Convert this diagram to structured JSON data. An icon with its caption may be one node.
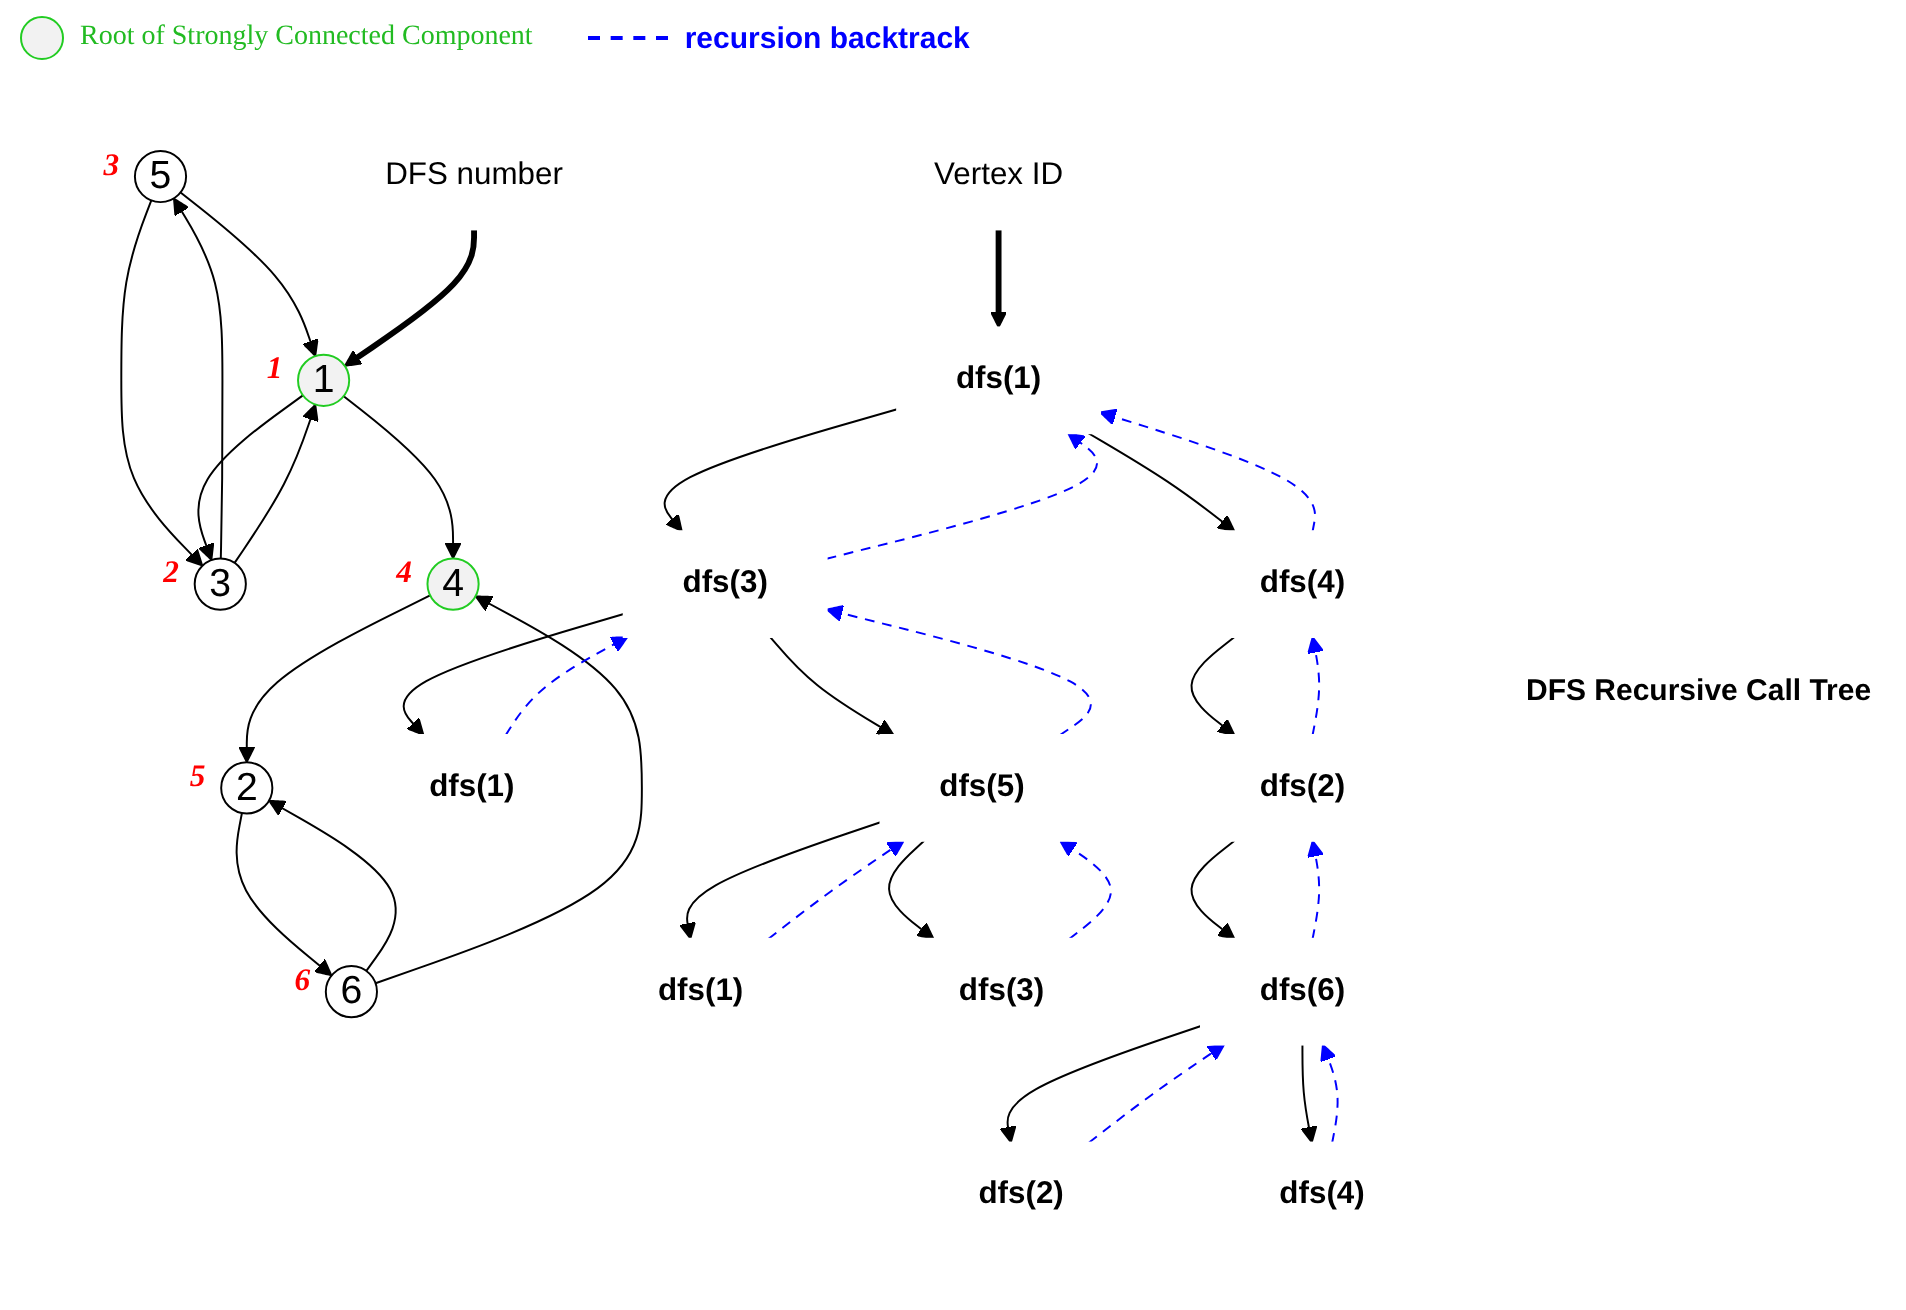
{
  "diagram": {
    "nodes": [
      {
        "text": [
          "5"
        ],
        "beside": [
          "3"
        ]
      },
      {
        "text": [
          "1"
        ],
        "beside": [
          "1"
        ]
      },
      {
        "text": [
          "3"
        ],
        "beside": [
          "2"
        ]
      },
      {
        "text": [
          "4"
        ],
        "beside": [
          "4"
        ]
      },
      {
        "text": [
          "2"
        ],
        "beside": [
          "5"
        ]
      },
      {
        "text": [
          "6"
        ],
        "beside": [
          "6"
        ]
      },
      {
        "text": [
          "DFS number"
        ]
      },
      {
        "text": [
          "Vertex ID"
        ]
      },
      {
        "text": [
          "dfs(1)"
        ]
      },
      {
        "text": [
          "dfs(3)"
        ]
      },
      {
        "text": [
          "dfs(4)"
        ]
      },
      {
        "text": [
          "dfs(1)"
        ]
      },
      {
        "text": [
          "dfs(5)"
        ]
      },
      {
        "text": [
          "dfs(2)"
        ]
      },
      {
        "text": [
          "dfs(1)"
        ]
      },
      {
        "text": [
          "dfs(3)"
        ]
      },
      {
        "text": [
          "dfs(6)"
        ]
      },
      {
        "text": [
          "dfs(2)"
        ]
      },
      {
        "text": [
          "dfs(4)"
        ]
      }
    ],
    "edges": [
      {
        "from": 0,
        "to": 1,
        "arrow": "to"
      },
      {
        "from": 0,
        "to": 2,
        "arrow": "to"
      },
      {
        "from": 2,
        "to": 0,
        "arrow": "to"
      },
      {
        "from": 1,
        "to": 2,
        "arrow": "to"
      },
      {
        "from": 2,
        "to": 1,
        "arrow": "to"
      },
      {
        "from": 1,
        "to": 3,
        "arrow": "to"
      },
      {
        "from": 3,
        "to": 4,
        "arrow": "to"
      },
      {
        "from": 4,
        "to": 5,
        "arrow": "to"
      },
      {
        "from": 5,
        "to": 4,
        "arrow": "to"
      },
      {
        "from": 5,
        "to": 3,
        "arrow": "to"
      },
      {
        "from": 6,
        "to": 1,
        "arrow": "to",
        "style": "thick"
      },
      {
        "from": 7,
        "to": 8,
        "arrow": "to",
        "style": "thick"
      },
      {
        "from": 8,
        "to": 9,
        "arrow": "to"
      },
      {
        "from": 8,
        "to": 10,
        "arrow": "to"
      },
      {
        "from": 9,
        "to": 11,
        "arrow": "to"
      },
      {
        "from": 9,
        "to": 12,
        "arrow": "to"
      },
      {
        "from": 12,
        "to": 14,
        "arrow": "to"
      },
      {
        "from": 12,
        "to": 15,
        "arrow": "to"
      },
      {
        "from": 10,
        "to": 13,
        "arrow": "to"
      },
      {
        "from": 13,
        "to": 16,
        "arrow": "to"
      },
      {
        "from": 16,
        "to": 17,
        "arrow": "to"
      },
      {
        "from": 16,
        "to": 18,
        "arrow": "to"
      },
      {
        "from": 11,
        "to": 9,
        "arrow": "to",
        "style": "dashed",
        "color": "#0000ff"
      },
      {
        "from": 9,
        "to": 8,
        "arrow": "to",
        "style": "dashed",
        "color": "#0000ff"
      },
      {
        "from": 14,
        "to": 12,
        "arrow": "to",
        "style": "dashed",
        "color": "#0000ff"
      },
      {
        "from": 15,
        "to": 12,
        "arrow": "to",
        "style": "dashed",
        "color": "#0000ff"
      },
      {
        "from": 12,
        "to": 9,
        "arrow": "to",
        "style": "dashed",
        "color": "#0000ff"
      },
      {
        "from": 17,
        "to": 16,
        "arrow": "to",
        "style": "dashed",
        "color": "#0000ff"
      },
      {
        "from": 18,
        "to": 16,
        "arrow": "to",
        "style": "dashed",
        "color": "#0000ff"
      },
      {
        "from": 16,
        "to": 13,
        "arrow": "to",
        "style": "dashed",
        "color": "#0000ff"
      },
      {
        "from": 13,
        "to": 10,
        "arrow": "to",
        "style": "dashed",
        "color": "#0000ff"
      },
      {
        "from": 10,
        "to": 8,
        "arrow": "to",
        "style": "dashed",
        "color": "#0000ff"
      }
    ],
    "labels": [
      "DFS Recursive Call Tree"
    ],
    "legend": [
      {
        "text": "Root of Strongly Connected Component"
      },
      {
        "text": "recursion backtrack"
      }
    ]
  }
}
